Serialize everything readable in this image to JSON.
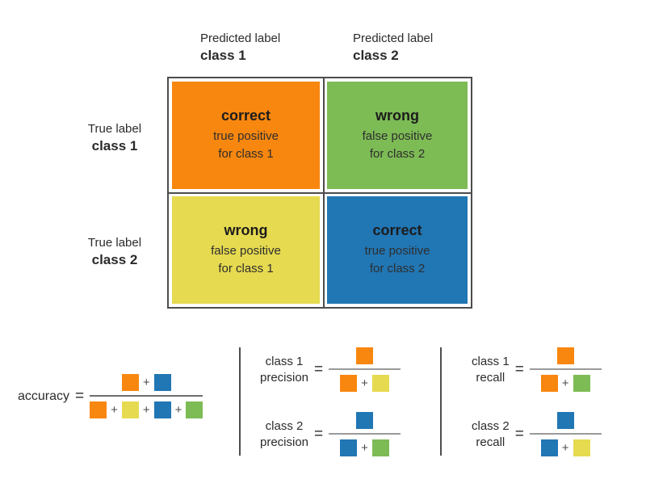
{
  "tokens": {
    "equals": "=",
    "plus": "+"
  },
  "colors": {
    "orange": "#F8870F",
    "green": "#7DBB55",
    "yellow": "#E6DA50",
    "blue": "#2176B4",
    "frame": "#4D4D4D",
    "text": "#2B2B2B"
  },
  "matrix": {
    "col_headers": [
      {
        "label": "Predicted label",
        "class_name": "class 1"
      },
      {
        "label": "Predicted label",
        "class_name": "class 2"
      }
    ],
    "row_headers": [
      {
        "label": "True label",
        "class_name": "class 1"
      },
      {
        "label": "True label",
        "class_name": "class 2"
      }
    ],
    "cells": [
      {
        "verdict": "correct",
        "line1": "true positive",
        "line2": "for class 1",
        "color": "orange"
      },
      {
        "verdict": "wrong",
        "line1": "false positive",
        "line2": "for class 2",
        "color": "green"
      },
      {
        "verdict": "wrong",
        "line1": "false positive",
        "line2": "for class 1",
        "color": "yellow"
      },
      {
        "verdict": "correct",
        "line1": "true positive",
        "line2": "for class 2",
        "color": "blue"
      }
    ]
  },
  "formulas": {
    "accuracy": {
      "label": "accuracy",
      "numerator": [
        "orange",
        "blue"
      ],
      "denominator": [
        "orange",
        "yellow",
        "blue",
        "green"
      ]
    },
    "class1_precision": {
      "label_line1": "class 1",
      "label_line2": "precision",
      "numerator": [
        "orange"
      ],
      "denominator": [
        "orange",
        "yellow"
      ]
    },
    "class2_precision": {
      "label_line1": "class 2",
      "label_line2": "precision",
      "numerator": [
        "blue"
      ],
      "denominator": [
        "blue",
        "green"
      ]
    },
    "class1_recall": {
      "label_line1": "class 1",
      "label_line2": "recall",
      "numerator": [
        "orange"
      ],
      "denominator": [
        "orange",
        "green"
      ]
    },
    "class2_recall": {
      "label_line1": "class 2",
      "label_line2": "recall",
      "numerator": [
        "blue"
      ],
      "denominator": [
        "blue",
        "yellow"
      ]
    }
  }
}
